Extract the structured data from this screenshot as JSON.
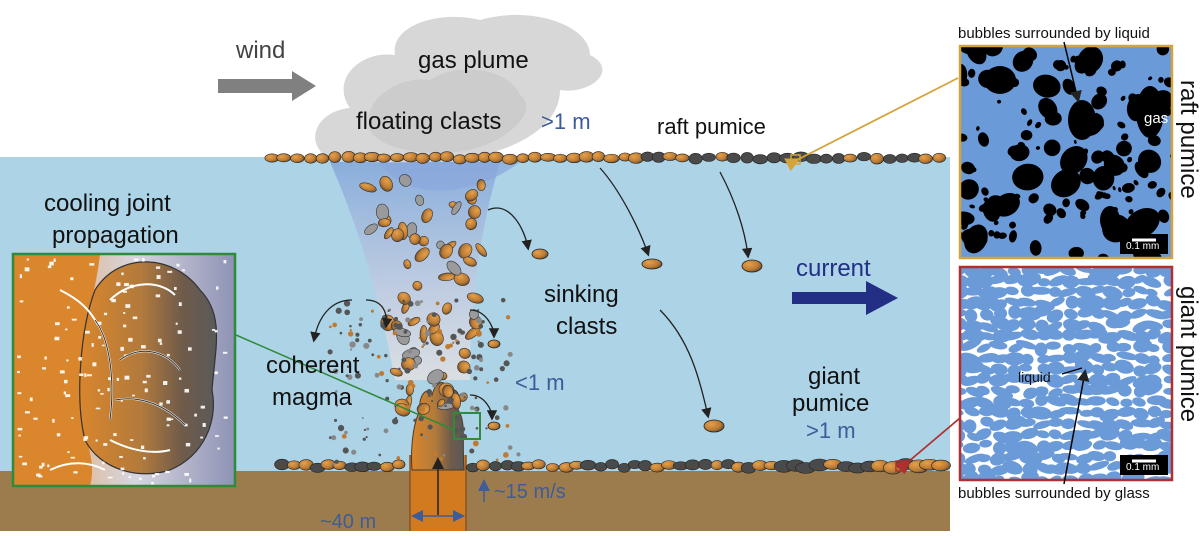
{
  "labels": {
    "wind": "wind",
    "gas_plume": "gas plume",
    "floating_clasts": "floating clasts",
    "size_raft": ">1 m",
    "raft_pumice": "raft pumice",
    "cooling_line1": "cooling joint",
    "cooling_line2": "propagation",
    "sinking_line1": "sinking",
    "sinking_line2": "clasts",
    "current": "current",
    "coherent_line1": "coherent",
    "coherent_line2": "magma",
    "size_small": "<1 m",
    "giant_line1": "giant",
    "giant_line2": "pumice",
    "size_giant": ">1 m",
    "vent_width": "~40 m",
    "velocity": "~15 m/s"
  },
  "panels": {
    "raft": {
      "title": "raft pumice",
      "callout": "bubbles surrounded by liquid",
      "gas_label": "gas",
      "scale": "0.1 mm"
    },
    "giant": {
      "title": "giant pumice",
      "callout": "bubbles surrounded by glass",
      "liquid_label": "liquid",
      "scale": "0.1 mm"
    }
  },
  "colors": {
    "water": "#acd3e6",
    "seafloor": "#9c7c4d",
    "magma": "#d27a20",
    "pumice_dark": "#3f3f3f",
    "panel_blue": "#6b9ad9",
    "raft_border": "#d4a33a",
    "giant_border": "#b22f2f",
    "cooling_border": "#2f8a3a",
    "current_arrow": "#232f85",
    "wind_arrow": "#808080",
    "size_text": "#3d5c99"
  }
}
